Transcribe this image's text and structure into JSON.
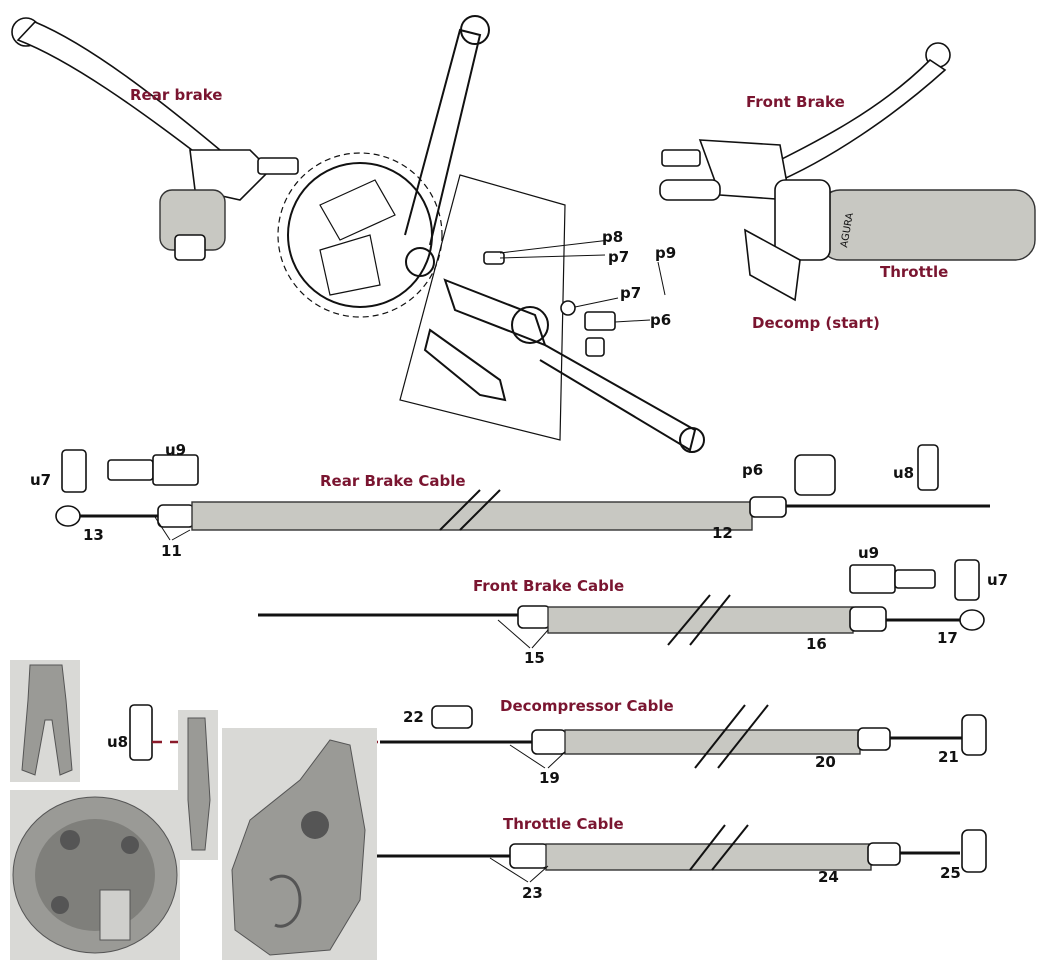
{
  "labels": {
    "rear_brake": "Rear brake",
    "front_brake": "Front Brake",
    "throttle": "Throttle",
    "decomp_start": "Decomp (start)",
    "rear_brake_cable": "Rear Brake Cable",
    "front_brake_cable": "Front Brake Cable",
    "decompressor_cable": "Decompressor Cable",
    "throttle_cable": "Throttle Cable",
    "grip_text": "AGURA"
  },
  "parts": {
    "p8": "p8",
    "p7a": "p7",
    "p9": "p9",
    "p7b": "p7",
    "p6": "p6",
    "u7a": "u7",
    "u9a": "u9",
    "p6b": "p6",
    "u8a": "u8",
    "n13": "13",
    "n11": "11",
    "n12": "12",
    "u9b": "u9",
    "u7b": "u7",
    "n15": "15",
    "n16": "16",
    "n17": "17",
    "n22": "22",
    "u8b": "u8",
    "n19": "19",
    "n20": "20",
    "n21": "21",
    "n23": "23",
    "n24": "24",
    "n25": "25"
  },
  "colors": {
    "title": "#7a1530",
    "dashed_link": "#8a1a2a",
    "cable_housing": "#c8c8c2"
  }
}
